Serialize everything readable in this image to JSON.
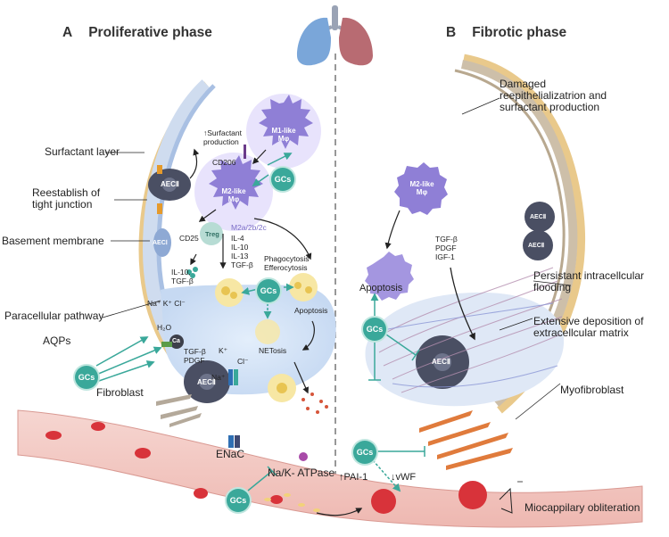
{
  "panel_a": {
    "letter": "A",
    "title": "Proliferative phase",
    "labels": {
      "surfactant_layer": "Surfactant layer",
      "reestablish_tight_junction": "Reestablish of\ntight junction",
      "basement_membrane": "Basement membrane",
      "paracellular_pathway": "Paracellular pathway",
      "aqps": "AQPs",
      "fibroblast": "Fibroblast",
      "enac": "ENaC",
      "na_k_atpase": "Na/K- ATPase",
      "surfactant_production": "↑Surfactant\nproduction",
      "cd206": "CD206",
      "cd25": "CD25",
      "il10_tgfb": "IL-10,\nTGF-β",
      "m2_subtypes": "M2a/2b/2c",
      "cytokines": "IL-4\nIL-10\nIL-13\nTGF-β",
      "phago_effero": "Phagocytosis\nEfferocytosis",
      "apoptosis": "Apoptosis",
      "netosis": "NETosis",
      "ions_top": "Na⁺ K⁺ Cl⁻",
      "h2o": "H₂O",
      "tgf_pdgf": "TGF-β\nPDGF",
      "k_plus": "K⁺",
      "cl_minus": "Cl⁻",
      "na_plus": "Na⁺"
    },
    "cells": {
      "m1": "M1-like\nMφ",
      "m2": "M2-like\nMφ",
      "treg": "Treg",
      "aec2_top": "AECⅡ",
      "aec1": "AECⅠ",
      "aec2_mid": "AECⅡ",
      "ca": "Ca"
    },
    "gcs": "GCs"
  },
  "panel_b": {
    "letter": "B",
    "title": "Fibrotic phase",
    "labels": {
      "damaged": "Damaged\nreepithelializatrion and\nsurfactant production",
      "growth_factors": "TGF-β\nPDGF\nIGF-1",
      "apoptosis": "Apoptosis",
      "persistent_flooding": "Persistant intracellcular\nflooding",
      "extensive_deposition": "Extensive deposition of\nextracellcular matrix",
      "myofibroblast": "Myofibroblast",
      "pai1": "↑PAI-1",
      "vwf": "↓vWF",
      "obliteration": "Miocappilary obliteration"
    },
    "cells": {
      "m2": "M2-like\nMφ",
      "aec2_a": "AECⅡ",
      "aec2_b": "AECⅡ",
      "aec2_c": "AECⅡ"
    },
    "gcs": "GCs"
  },
  "colors": {
    "gcs": "#3aa89a",
    "macrophage": "#8f7fd6",
    "alveolar_fluid": "#cfe0f5",
    "vessel": "#f3c9c4",
    "rbc": "#d8333a",
    "myofibroblast": "#e07b3c",
    "lung_left": "#7aa6d9",
    "lung_right": "#b86b72"
  },
  "icons": [
    "lung-icon",
    "macrophage-icon",
    "treg-icon",
    "neutrophil-icon",
    "red-blood-cell-icon",
    "fibroblast-icon"
  ]
}
